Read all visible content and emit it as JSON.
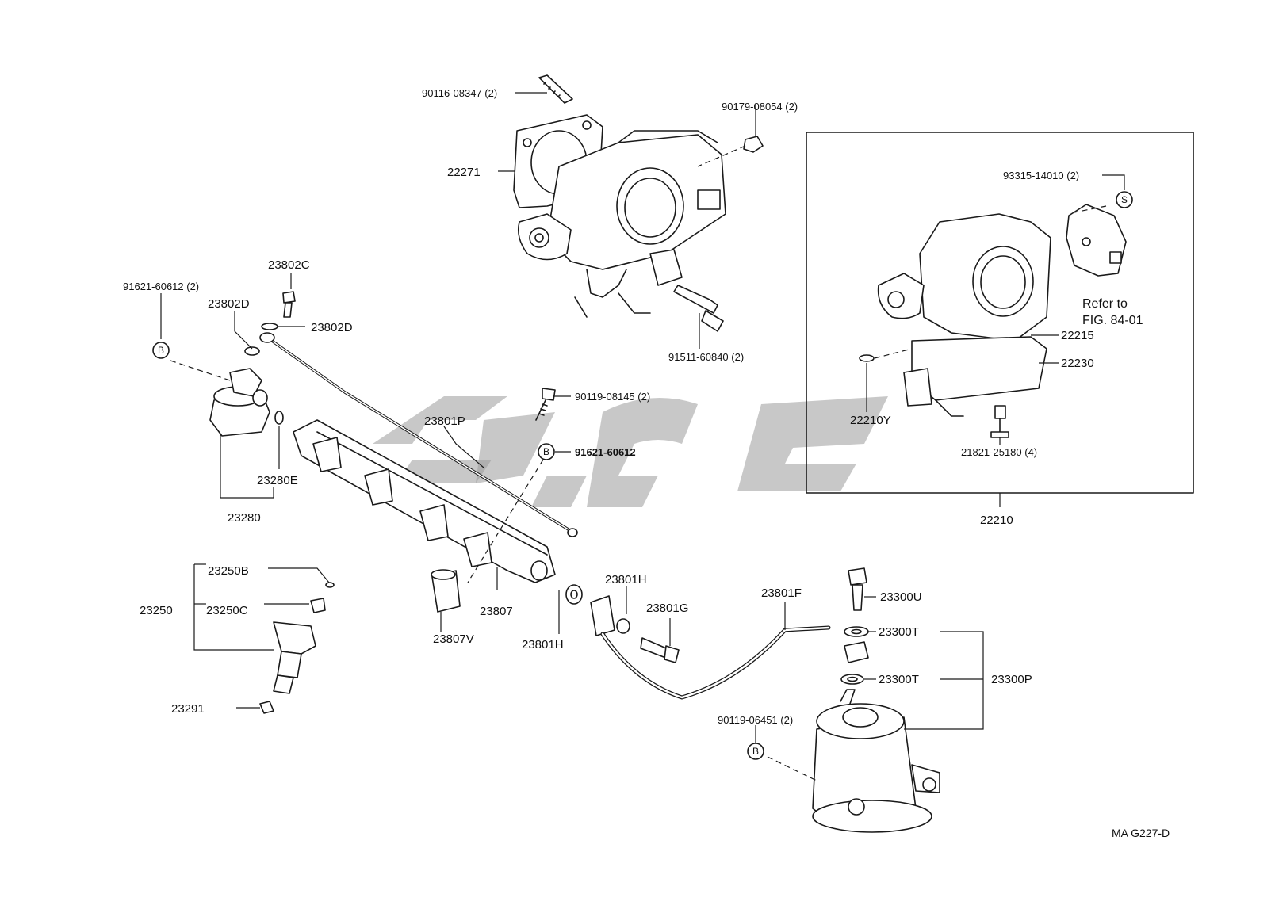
{
  "diagram": {
    "labels": {
      "bolt_90116": "90116-08347 (2)",
      "nut_90179": "90179-08054 (2)",
      "gasket_22271": "22271",
      "screw_93315": "93315-14010 (2)",
      "refer_line1": "Refer to",
      "refer_line2": "FIG. 84-01",
      "bolt_91511": "91511-60840 (2)",
      "p22215": "22215",
      "p22230": "22230",
      "p22210Y": "22210Y",
      "screw_21821": "21821-25180 (4)",
      "p22210": "22210",
      "p23802C": "23802C",
      "p23802D_a": "23802D",
      "p23802D_b": "23802D",
      "bolt_91621_2": "91621-60612 (2)",
      "bolt_90119_08145": "90119-08145 (2)",
      "bolt_91621": "91621-60612",
      "p23801P": "23801P",
      "p23280E": "23280E",
      "p23280": "23280",
      "p23250B": "23250B",
      "p23250": "23250",
      "p23250C": "23250C",
      "p23291": "23291",
      "p23807": "23807",
      "p23807V": "23807V",
      "p23801H_a": "23801H",
      "p23801H_b": "23801H",
      "p23801G": "23801G",
      "p23801F": "23801F",
      "p23300U": "23300U",
      "p23300T_a": "23300T",
      "p23300T_b": "23300T",
      "p23300P": "23300P",
      "bolt_90119_06451": "90119-06451 (2)",
      "figure_code": "MA G227-D"
    },
    "symbols": {
      "b": "B",
      "s": "S"
    }
  }
}
